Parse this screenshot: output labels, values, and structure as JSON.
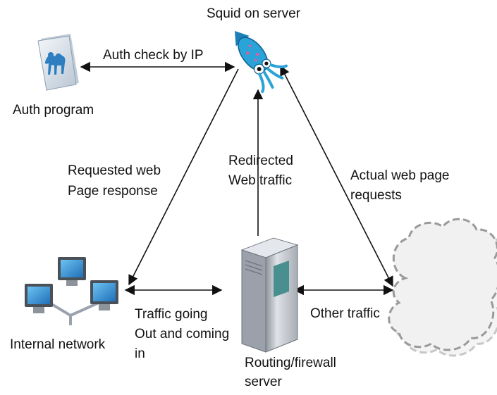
{
  "labels": {
    "squid": "Squid on server",
    "auth_check": "Auth check by IP",
    "auth_program": "Auth program",
    "requested_line1": "Requested web",
    "requested_line2": "Page response",
    "redirected_line1": "Redirected",
    "redirected_line2": "Web traffic",
    "actual_line1": "Actual web page",
    "actual_line2": "requests",
    "traffic_line1": "Traffic going",
    "traffic_line2": "Out and coming",
    "traffic_line3": "in",
    "other_traffic": "Other traffic",
    "internal_network": "Internal network",
    "routing_line1": "Routing/firewall",
    "routing_line2": "server"
  },
  "icons": {
    "squid": "squid-icon",
    "auth": "camel-document-icon",
    "network": "computers-network-icon",
    "server": "server-tower-icon",
    "internet": "cloud-icon"
  },
  "colors": {
    "arrow": "#111111",
    "squid_body": "#2aa3d8",
    "cloud_fill": "#ececec",
    "cloud_border": "#9a9a9a",
    "screen": "#2f8fd6",
    "server_body": "#c9ccd1"
  }
}
